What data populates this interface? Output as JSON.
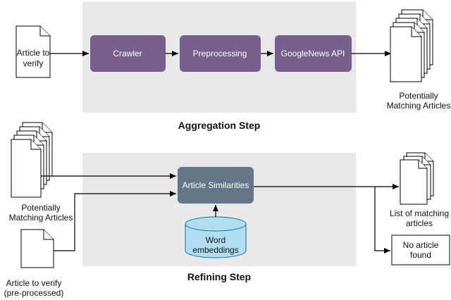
{
  "panels": {
    "aggregation_title": "Aggregation Step",
    "refining_title": "Refining Step"
  },
  "aggregation": {
    "input_doc": [
      "Article to",
      "verify"
    ],
    "crawler": "Crawler",
    "preprocessing": "Preprocessing",
    "googlenews": "GoogleNews API",
    "output_label": [
      "Potentially",
      "Matching Articles"
    ]
  },
  "refining": {
    "input_articles_label": [
      "Potentially",
      "Matching Articles"
    ],
    "input_verify_label": [
      "Article to verify",
      "(pre-processed)"
    ],
    "similarities": "Article Similarities",
    "embeddings": [
      "Word",
      "embeddings"
    ],
    "matching_label": [
      "List of matching",
      "articles"
    ],
    "no_article": [
      "No article",
      "found"
    ]
  },
  "colors": {
    "panel_bg": "#e8e8e8",
    "process_box": "#76608a",
    "similarity_box": "#647687",
    "embeddings_fill": "#b1ddf0",
    "embeddings_stroke": "#10739e"
  }
}
